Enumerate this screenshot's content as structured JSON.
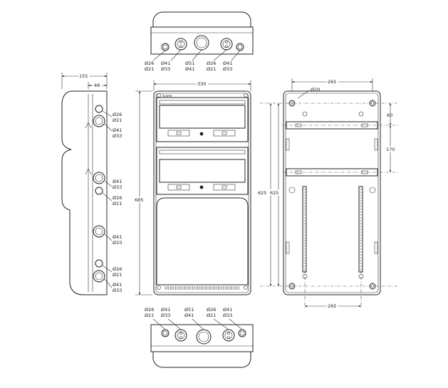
{
  "dims": {
    "top_width": "330",
    "side_width": "155",
    "side_depth": "48",
    "height": "685",
    "back_width_top": "265",
    "back_width_bottom": "265",
    "back_height_a": "625",
    "back_height_b": "625",
    "back_top_offset": "60",
    "back_rail_spacing": "170",
    "mount_hole": "Ø20"
  },
  "top_labels": [
    {
      "a": "Ø26",
      "b": "Ø21"
    },
    {
      "a": "Ø41",
      "b": "Ø33"
    },
    {
      "a": "Ø51",
      "b": "Ø41"
    },
    {
      "a": "Ø26",
      "b": "Ø21"
    },
    {
      "a": "Ø41",
      "b": "Ø33"
    }
  ],
  "bottom_labels": [
    {
      "a": "Ø26",
      "b": "Ø21"
    },
    {
      "a": "Ø41",
      "b": "Ø33"
    },
    {
      "a": "Ø51",
      "b": "Ø41"
    },
    {
      "a": "Ø26",
      "b": "Ø21"
    },
    {
      "a": "Ø41",
      "b": "Ø33"
    }
  ],
  "side_labels": [
    {
      "a": "Ø26",
      "b": "Ø21"
    },
    {
      "a": "Ø41",
      "b": "Ø33"
    },
    {
      "a": "Ø41",
      "b": "Ø33"
    },
    {
      "a": "Ø26",
      "b": "Ø21"
    },
    {
      "a": "Ø41",
      "b": "Ø33"
    },
    {
      "a": "Ø26",
      "b": "Ø21"
    },
    {
      "a": "Ø41",
      "b": "Ø33"
    }
  ],
  "brand": "Scame"
}
